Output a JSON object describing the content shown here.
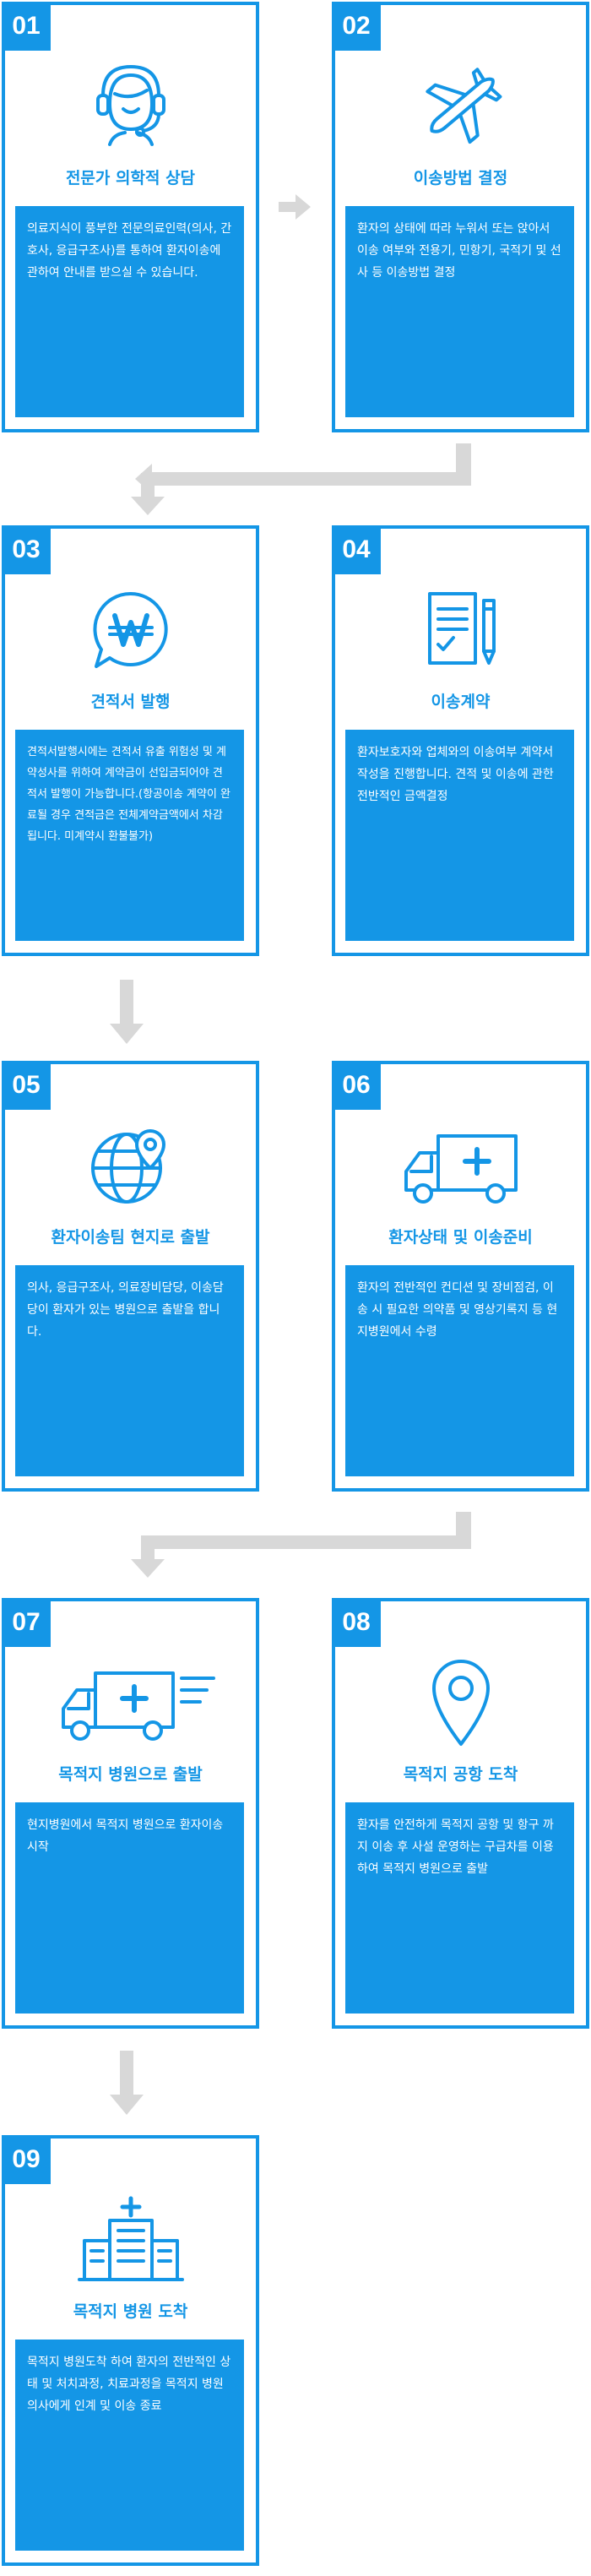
{
  "steps": [
    {
      "num": "01",
      "title": "전문가 의학적 상담",
      "desc": "의료지식이 풍부한 전문의료인력(의사, 간호사, 응급구조사)를 통하여 환자이송에 관하여 안내를 받으실 수 있습니다.",
      "icon": "headset-operator-icon"
    },
    {
      "num": "02",
      "title": "이송방법 결정",
      "desc": "환자의 상태에 따라 누워서 또는 앉아서 이송 여부와 전용기, 민항기, 국적기 및 선사 등 이송방법 결정",
      "icon": "airplane-icon"
    },
    {
      "num": "03",
      "title": "견적서 발행",
      "desc": "견적서발행시에는 견적서 유출 위험성 및 계약성사를 위하여 계약금이 선입금되어야 견적서 발행이 가능합니다.(항공이송 계약이 완료될 경우 견적금은 전체계약금액에서 차감됩니다. 미계약시 환불불가)",
      "icon": "won-speech-bubble-icon"
    },
    {
      "num": "04",
      "title": "이송계약",
      "desc": "환자보호자와 업체와의 이송여부 계약서작성을 진행합니다. 견적 및 이송에 관한 전반적인 금액결정",
      "icon": "document-pencil-icon"
    },
    {
      "num": "05",
      "title": "환자이송팀 현지로 출발",
      "desc": "의사, 응급구조사, 의료장비담당, 이송담당이 환자가 있는 병원으로 출발을 합니다.",
      "icon": "globe-location-icon"
    },
    {
      "num": "06",
      "title": "환자상태 및 이송준비",
      "desc": "환자의 전반적인 컨디션 및 장비점검, 이송 시 필요한 의약품 및 영상기록지 등 현지병원에서 수령",
      "icon": "ambulance-icon"
    },
    {
      "num": "07",
      "title": "목적지 병원으로 출발",
      "desc": "현지병원에서 목적지 병원으로 환자이송 시작",
      "icon": "moving-ambulance-icon"
    },
    {
      "num": "08",
      "title": "목적지 공항 도착",
      "desc": "환자를 안전하게 목적지 공항 및 항구 까지 이송 후 사설 운영하는 구급차를 이용하여 목적지 병원으로 출발",
      "icon": "location-pin-icon"
    },
    {
      "num": "09",
      "title": "목적지 병원 도착",
      "desc": "목적지 병원도착 하여 환자의 전반적인 상태 및 처치과정, 치료과정을 목적지 병원 의사에게 인계 및 이송 종료",
      "icon": "hospital-icon"
    }
  ],
  "colors": {
    "accent": "#1496e6",
    "arrow": "#d8d8d8"
  }
}
